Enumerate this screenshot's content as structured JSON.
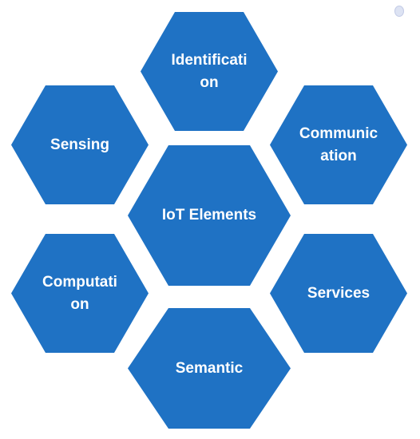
{
  "colors": {
    "hexagon_fill": "#1f72c4",
    "text": "#ffffff",
    "background": "#ffffff",
    "dot": "#dde3f3"
  },
  "diagram": {
    "center": {
      "label": "IoT Elements"
    },
    "nodes": [
      {
        "id": "identification",
        "label": "Identificati\non"
      },
      {
        "id": "sensing",
        "label": "Sensing"
      },
      {
        "id": "communication",
        "label": "Communic\nation"
      },
      {
        "id": "computation",
        "label": "Computati\non"
      },
      {
        "id": "services",
        "label": "Services"
      },
      {
        "id": "semantic",
        "label": "Semantic"
      }
    ]
  }
}
